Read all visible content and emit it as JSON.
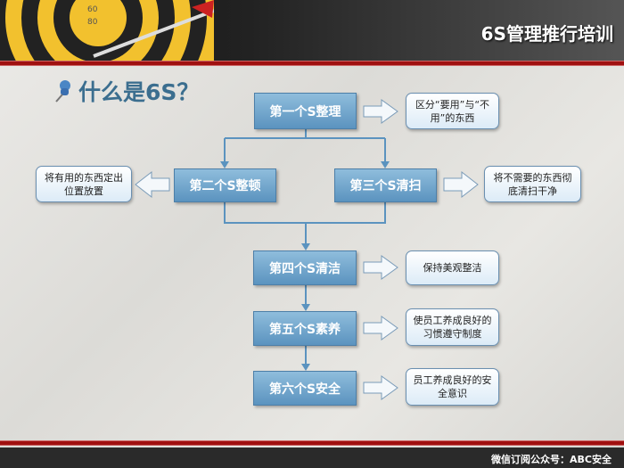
{
  "header": {
    "title": "6S管理推行培训",
    "target_labels": [
      "60",
      "80"
    ]
  },
  "page_title": "什么是6S？",
  "steps": [
    {
      "label": "第一个S整理",
      "note": "区分“要用”与“不用”的东西"
    },
    {
      "label": "第二个S整顿",
      "note": "将有用的东西定出位置放置"
    },
    {
      "label": "第三个S清扫",
      "note": "将不需要的东西彻底清扫干净"
    },
    {
      "label": "第四个S清洁",
      "note": "保持美观整洁"
    },
    {
      "label": "第五个S素养",
      "note": "使员工养成良好的习惯遵守制度"
    },
    {
      "label": "第六个S安全",
      "note": "员工养成良好的安全意识"
    }
  ],
  "footer": {
    "text": "微信订阅公众号：ABC安全"
  },
  "colors": {
    "box": "#6fa3cb",
    "accent_red": "#a01010",
    "title": "#3b6e8f"
  }
}
